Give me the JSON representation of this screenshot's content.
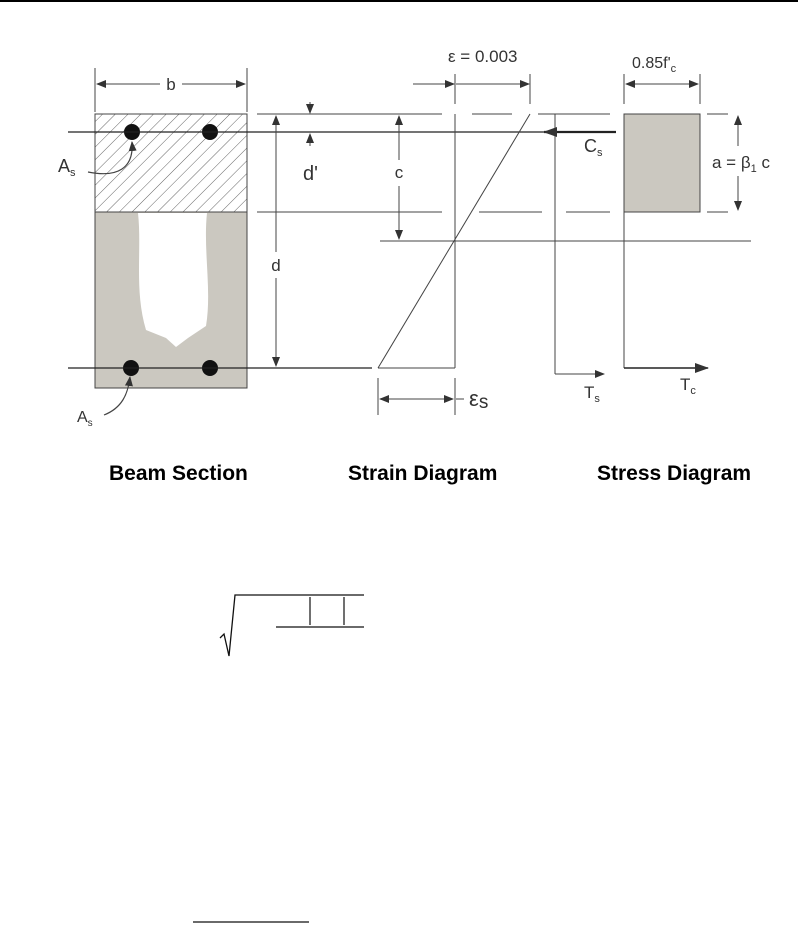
{
  "beam_section": {
    "title": "Beam Section",
    "width_label": "b",
    "effective_depth_label": "d",
    "compression_steel_depth_label": "d'",
    "compression_steel_label": {
      "main": "A",
      "sub": "s"
    },
    "tension_steel_label": {
      "main": "A",
      "sub": "s"
    }
  },
  "strain_diagram": {
    "title": "Strain Diagram",
    "top_strain_label": "ε = 0.003",
    "neutral_axis_depth_label": "c",
    "steel_strain_label": {
      "main": "ε",
      "sub": "s"
    }
  },
  "stress_diagram": {
    "title": "Stress Diagram",
    "stress_block_label": {
      "main": "0.85f'",
      "sub": "c"
    },
    "block_depth_label": {
      "prefix": "a = β",
      "sub": "1",
      "suffix": " c"
    },
    "compression_steel_force_label": {
      "main": "C",
      "sub": "s"
    },
    "steel_tension_label": {
      "main": "T",
      "sub": "s"
    },
    "concrete_tension_label": {
      "main": "T",
      "sub": "c"
    }
  },
  "colors": {
    "concrete_fill": "#cbc8c0",
    "line": "#333333"
  }
}
